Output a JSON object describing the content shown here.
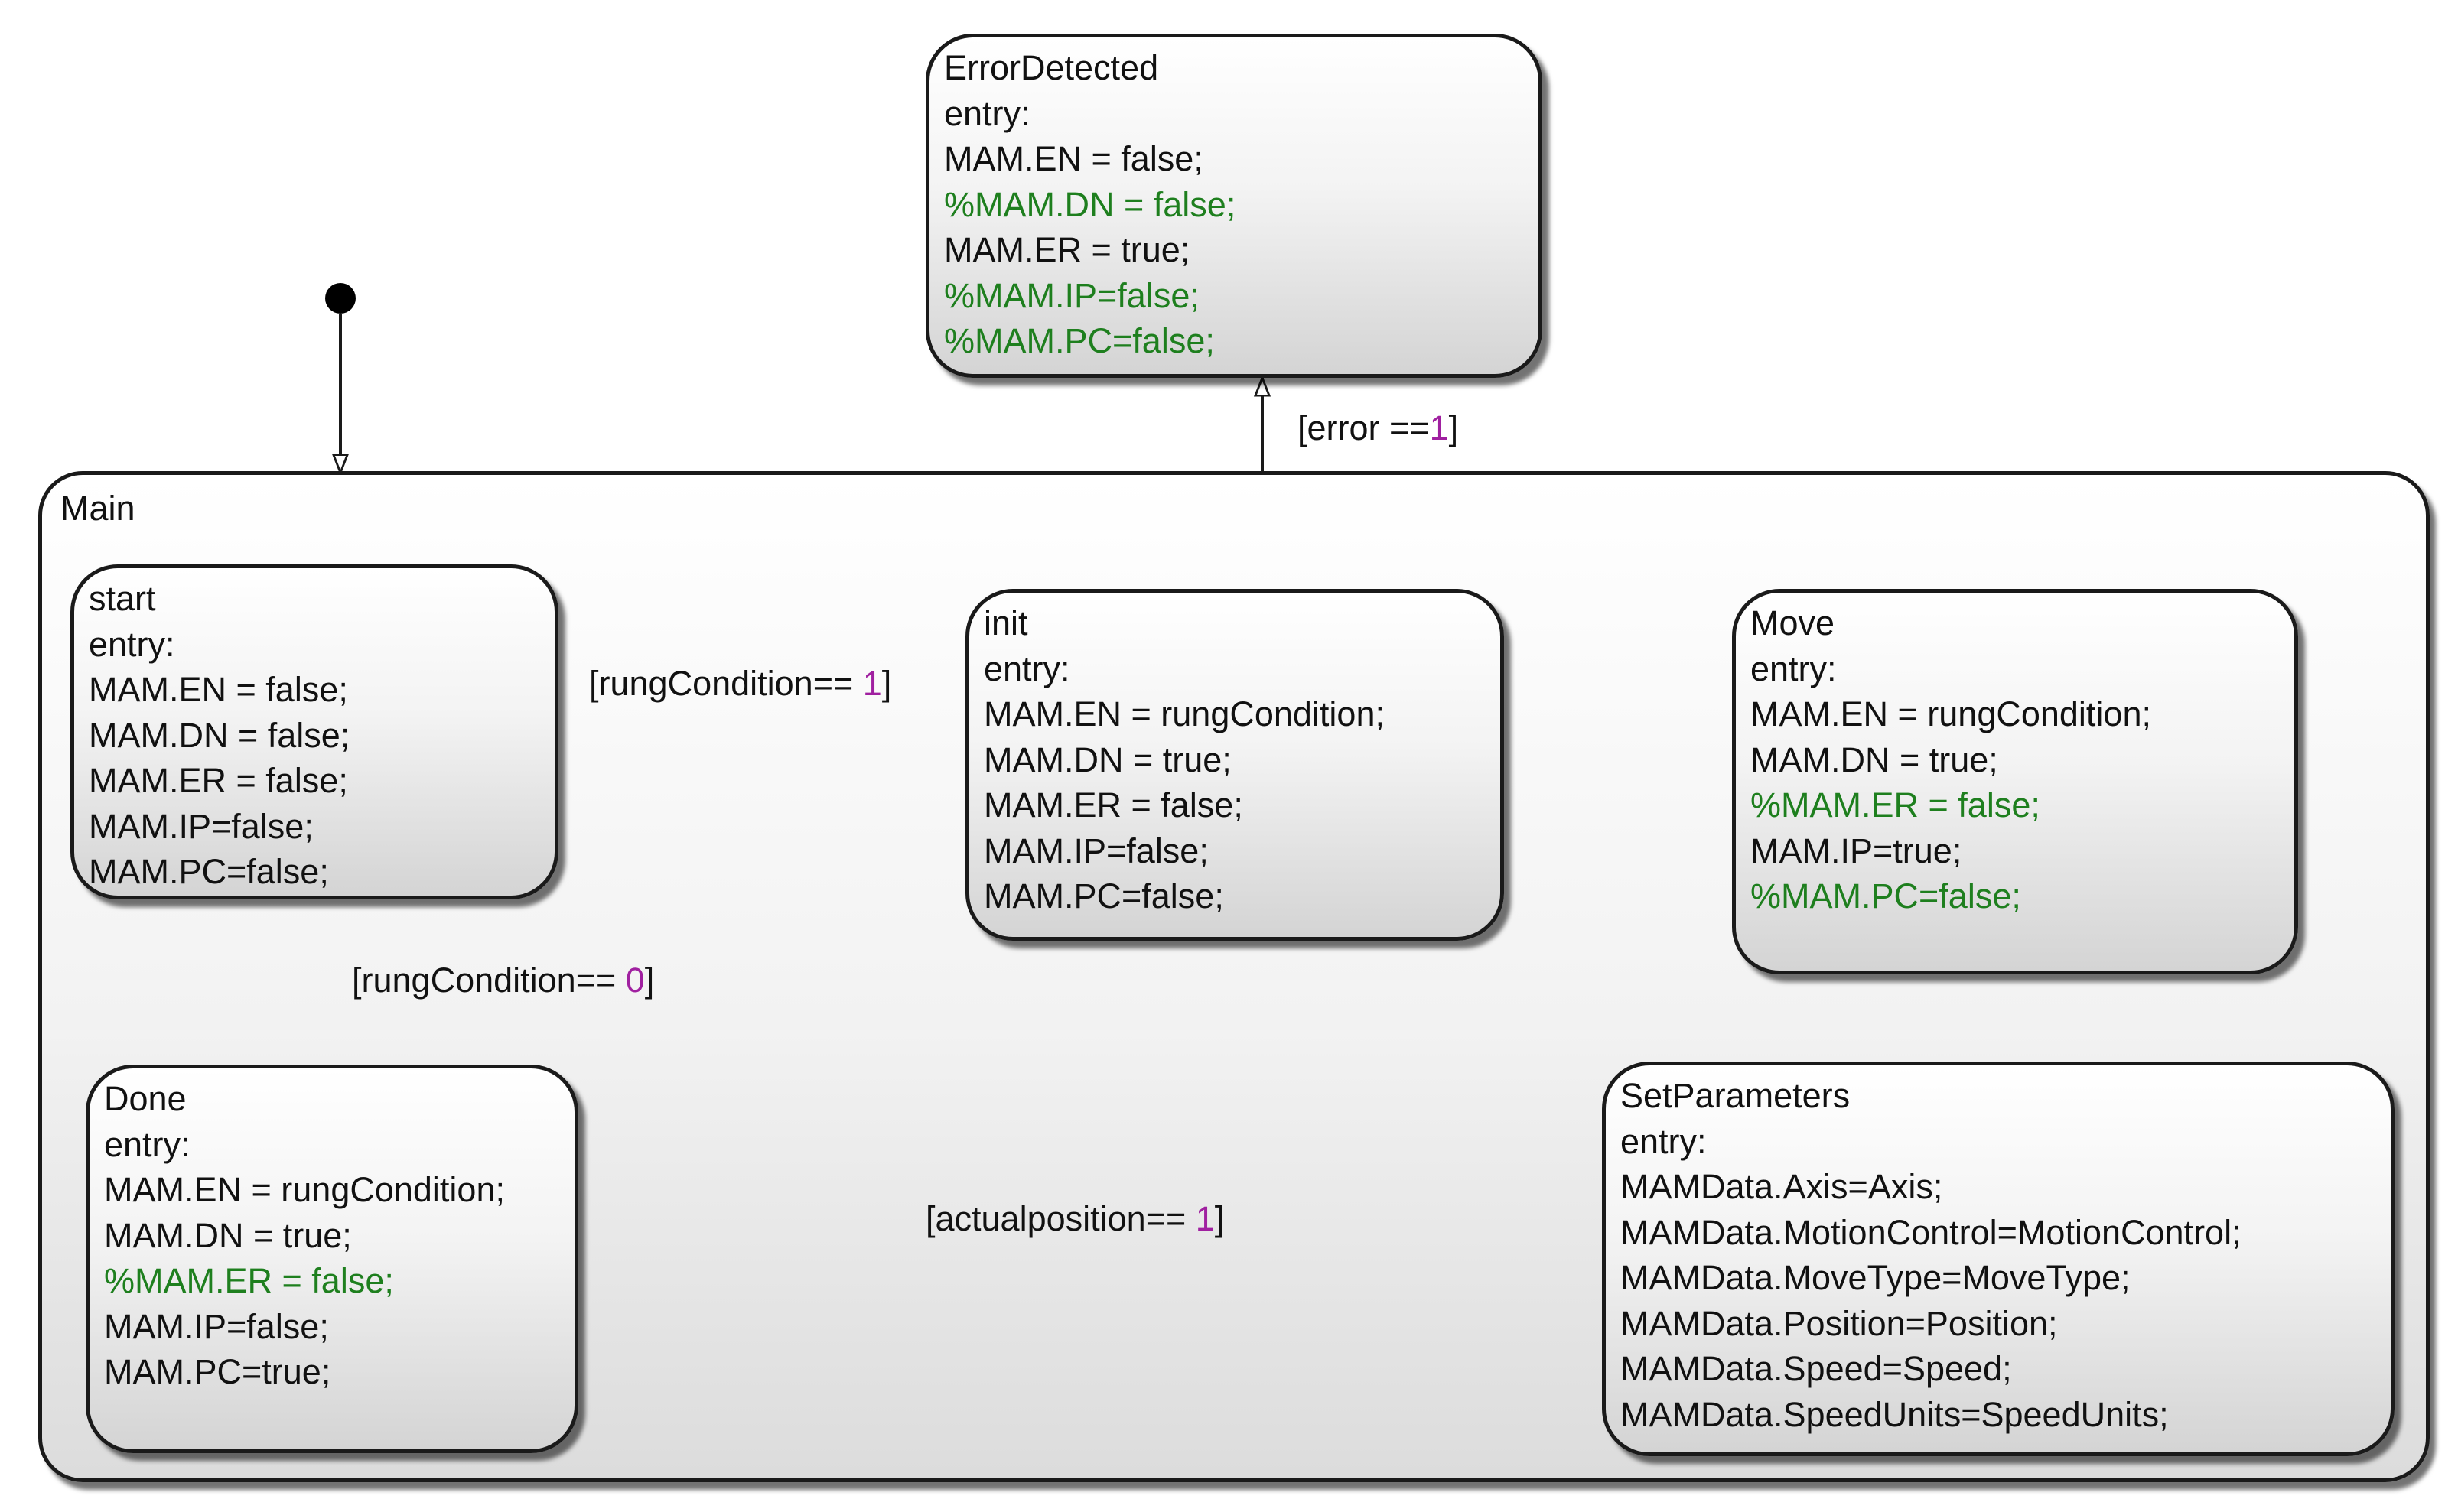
{
  "superstate": {
    "name": "Main"
  },
  "states": {
    "error_detected": {
      "name": "ErrorDetected",
      "lines": [
        {
          "text": "entry:",
          "comment": false
        },
        {
          "text": "MAM.EN = false;",
          "comment": false
        },
        {
          "text": "%MAM.DN = false;",
          "comment": true
        },
        {
          "text": "MAM.ER = true;",
          "comment": false
        },
        {
          "text": "%MAM.IP=false;",
          "comment": true
        },
        {
          "text": "%MAM.PC=false;",
          "comment": true
        }
      ]
    },
    "start": {
      "name": "start",
      "lines": [
        {
          "text": "entry:",
          "comment": false
        },
        {
          "text": "MAM.EN = false;",
          "comment": false
        },
        {
          "text": "MAM.DN = false;",
          "comment": false
        },
        {
          "text": "MAM.ER = false;",
          "comment": false
        },
        {
          "text": "MAM.IP=false;",
          "comment": false
        },
        {
          "text": "MAM.PC=false;",
          "comment": false
        }
      ]
    },
    "init": {
      "name": "init",
      "lines": [
        {
          "text": "entry:",
          "comment": false
        },
        {
          "text": "MAM.EN = rungCondition;",
          "comment": false
        },
        {
          "text": "MAM.DN = true;",
          "comment": false
        },
        {
          "text": "MAM.ER = false;",
          "comment": false
        },
        {
          "text": "MAM.IP=false;",
          "comment": false
        },
        {
          "text": "MAM.PC=false;",
          "comment": false
        }
      ]
    },
    "move": {
      "name": "Move",
      "lines": [
        {
          "text": "entry:",
          "comment": false
        },
        {
          "text": "MAM.EN = rungCondition;",
          "comment": false
        },
        {
          "text": "MAM.DN = true;",
          "comment": false
        },
        {
          "text": "%MAM.ER = false;",
          "comment": true
        },
        {
          "text": "MAM.IP=true;",
          "comment": false
        },
        {
          "text": "%MAM.PC=false;",
          "comment": true
        }
      ]
    },
    "set_parameters": {
      "name": "SetParameters",
      "lines": [
        {
          "text": "entry:",
          "comment": false
        },
        {
          "text": "MAMData.Axis=Axis;",
          "comment": false
        },
        {
          "text": "MAMData.MotionControl=MotionControl;",
          "comment": false
        },
        {
          "text": "MAMData.MoveType=MoveType;",
          "comment": false
        },
        {
          "text": "MAMData.Position=Position;",
          "comment": false
        },
        {
          "text": "MAMData.Speed=Speed;",
          "comment": false
        },
        {
          "text": "MAMData.SpeedUnits=SpeedUnits;",
          "comment": false
        }
      ]
    },
    "done": {
      "name": "Done",
      "lines": [
        {
          "text": "entry:",
          "comment": false
        },
        {
          "text": "MAM.EN = rungCondition;",
          "comment": false
        },
        {
          "text": "MAM.DN = true;",
          "comment": false
        },
        {
          "text": "%MAM.ER = false;",
          "comment": true
        },
        {
          "text": "MAM.IP=false;",
          "comment": false
        },
        {
          "text": "MAM.PC=true;",
          "comment": false
        }
      ]
    }
  },
  "transitions": {
    "error": {
      "pre": "[error ==",
      "num": "1",
      "post": "]"
    },
    "start_to_init": {
      "pre": "[rungCondition== ",
      "num": "1",
      "post": "]"
    },
    "done_to_start": {
      "pre": "[rungCondition== ",
      "num": "0",
      "post": "]"
    },
    "setparams_to_done": {
      "pre": "[actualposition== ",
      "num": "1",
      "post": "]"
    }
  },
  "colors": {
    "comment": "#1e7f1e",
    "number": "#a020a0",
    "stroke": "#1a1a1a"
  }
}
